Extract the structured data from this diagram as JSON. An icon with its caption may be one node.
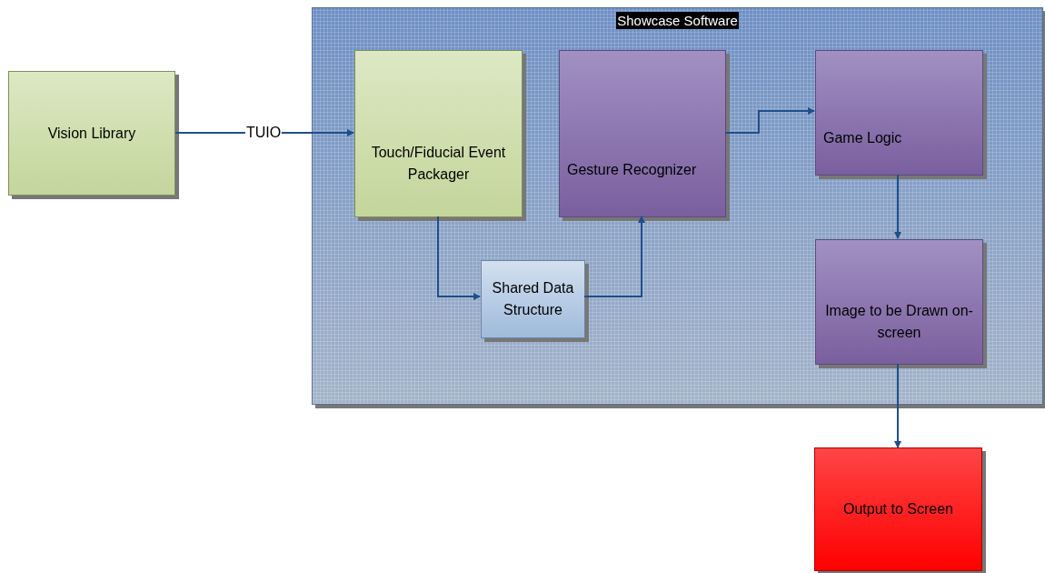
{
  "diagram": {
    "nodes": [
      {
        "text": [
          "Vision Library"
        ]
      },
      {
        "text": [
          "Showcase Software"
        ]
      },
      {
        "text": [
          "Touch/Fiducial Event Packager"
        ],
        "in": 1
      },
      {
        "text": [
          "Gesture Recognizer"
        ],
        "in": 1
      },
      {
        "text": [
          "Game Logic"
        ],
        "in": 1
      },
      {
        "text": [
          "Shared Data Structure"
        ],
        "in": 1
      },
      {
        "text": [
          "Image to be Drawn on-screen"
        ],
        "in": 1
      },
      {
        "text": [
          "Output to Screen"
        ]
      }
    ],
    "edges": [
      {
        "from": 0,
        "to": 2,
        "arrow": "to",
        "label": "TUIO"
      },
      {
        "from": 2,
        "to": 5,
        "arrow": "to"
      },
      {
        "from": 5,
        "to": 3,
        "arrow": "to"
      },
      {
        "from": 3,
        "to": 4,
        "arrow": "to"
      },
      {
        "from": 4,
        "to": 6,
        "arrow": "to"
      },
      {
        "from": 6,
        "to": 7,
        "arrow": "to"
      }
    ]
  }
}
